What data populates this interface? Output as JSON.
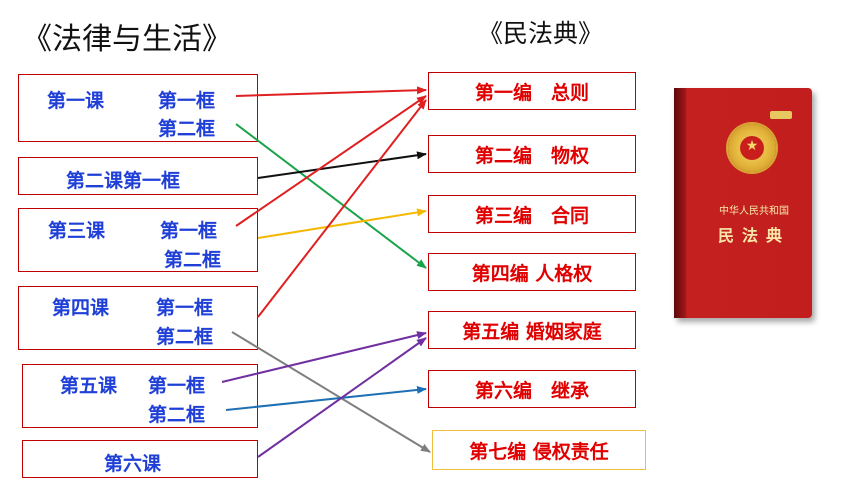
{
  "titles": {
    "left": "《法律与生活》",
    "right": "《民法典》"
  },
  "left_boxes": [
    {
      "lesson": "第一课",
      "frames": [
        "第一框",
        "第二框"
      ]
    },
    {
      "lesson": "第二课第一框",
      "frames": []
    },
    {
      "lesson": "第三课",
      "frames": [
        "第一框",
        "第二框"
      ]
    },
    {
      "lesson": "第四课",
      "frames": [
        "第一框",
        "第二框"
      ]
    },
    {
      "lesson": "第五课",
      "frames": [
        "第一框",
        "第二框"
      ]
    },
    {
      "lesson": "第六课",
      "frames": []
    }
  ],
  "right_boxes": [
    "第一编　总则",
    "第二编　物权",
    "第三编　合同",
    "第四编 人格权",
    "第五编 婚姻家庭",
    "第六编　继承",
    "第七编 侵权责任"
  ],
  "book": {
    "title_line1": "中华人民共和国",
    "title_line2": "民法典",
    "cover_color": "#c21e1e",
    "emblem_color": "#e3b43a"
  },
  "connections": [
    {
      "from": "第一课 第一框",
      "to": "第一编　总则",
      "color": "#e02020"
    },
    {
      "from": "第一课 第二框",
      "to": "第四编 人格权",
      "color": "#1aa34a"
    },
    {
      "from": "第二课第一框",
      "to": "第二编　物权",
      "color": "#111111"
    },
    {
      "from": "第三课 第一框",
      "to": "第一编　总则",
      "color": "#e02020"
    },
    {
      "from": "第三课 第二框",
      "to": "第三编　合同",
      "color": "#f5b800"
    },
    {
      "from": "第四课 第一框",
      "to": "第一编　总则",
      "color": "#e02020"
    },
    {
      "from": "第四课 第二框",
      "to": "第七编 侵权责任",
      "color": "#7f7f7f"
    },
    {
      "from": "第五课 第一框",
      "to": "第五编 婚姻家庭",
      "color": "#7030a0"
    },
    {
      "from": "第五课 第二框",
      "to": "第六编　继承",
      "color": "#1f6fb4"
    },
    {
      "from": "第六课",
      "to": "第五编 婚姻家庭",
      "color": "#7030a0"
    }
  ]
}
